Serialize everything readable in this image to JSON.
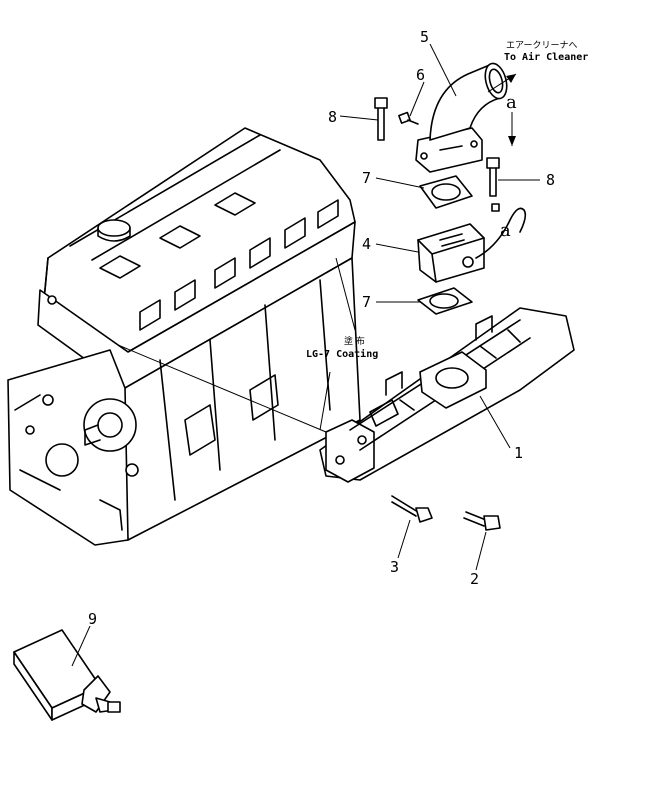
{
  "callouts": {
    "c1": "1",
    "c2": "2",
    "c3": "3",
    "c4": "4",
    "c5": "5",
    "c6": "6",
    "c7a": "7",
    "c7b": "7",
    "c8a": "8",
    "c8b": "8",
    "c9": "9"
  },
  "annotations": {
    "air_cleaner_jp": "エアークリーナへ",
    "air_cleaner_en": "To Air Cleaner",
    "coating_jp": "塗 布",
    "coating_en": "LG-7 Coating",
    "ref_a_top": "a",
    "ref_a_bottom": "a"
  }
}
